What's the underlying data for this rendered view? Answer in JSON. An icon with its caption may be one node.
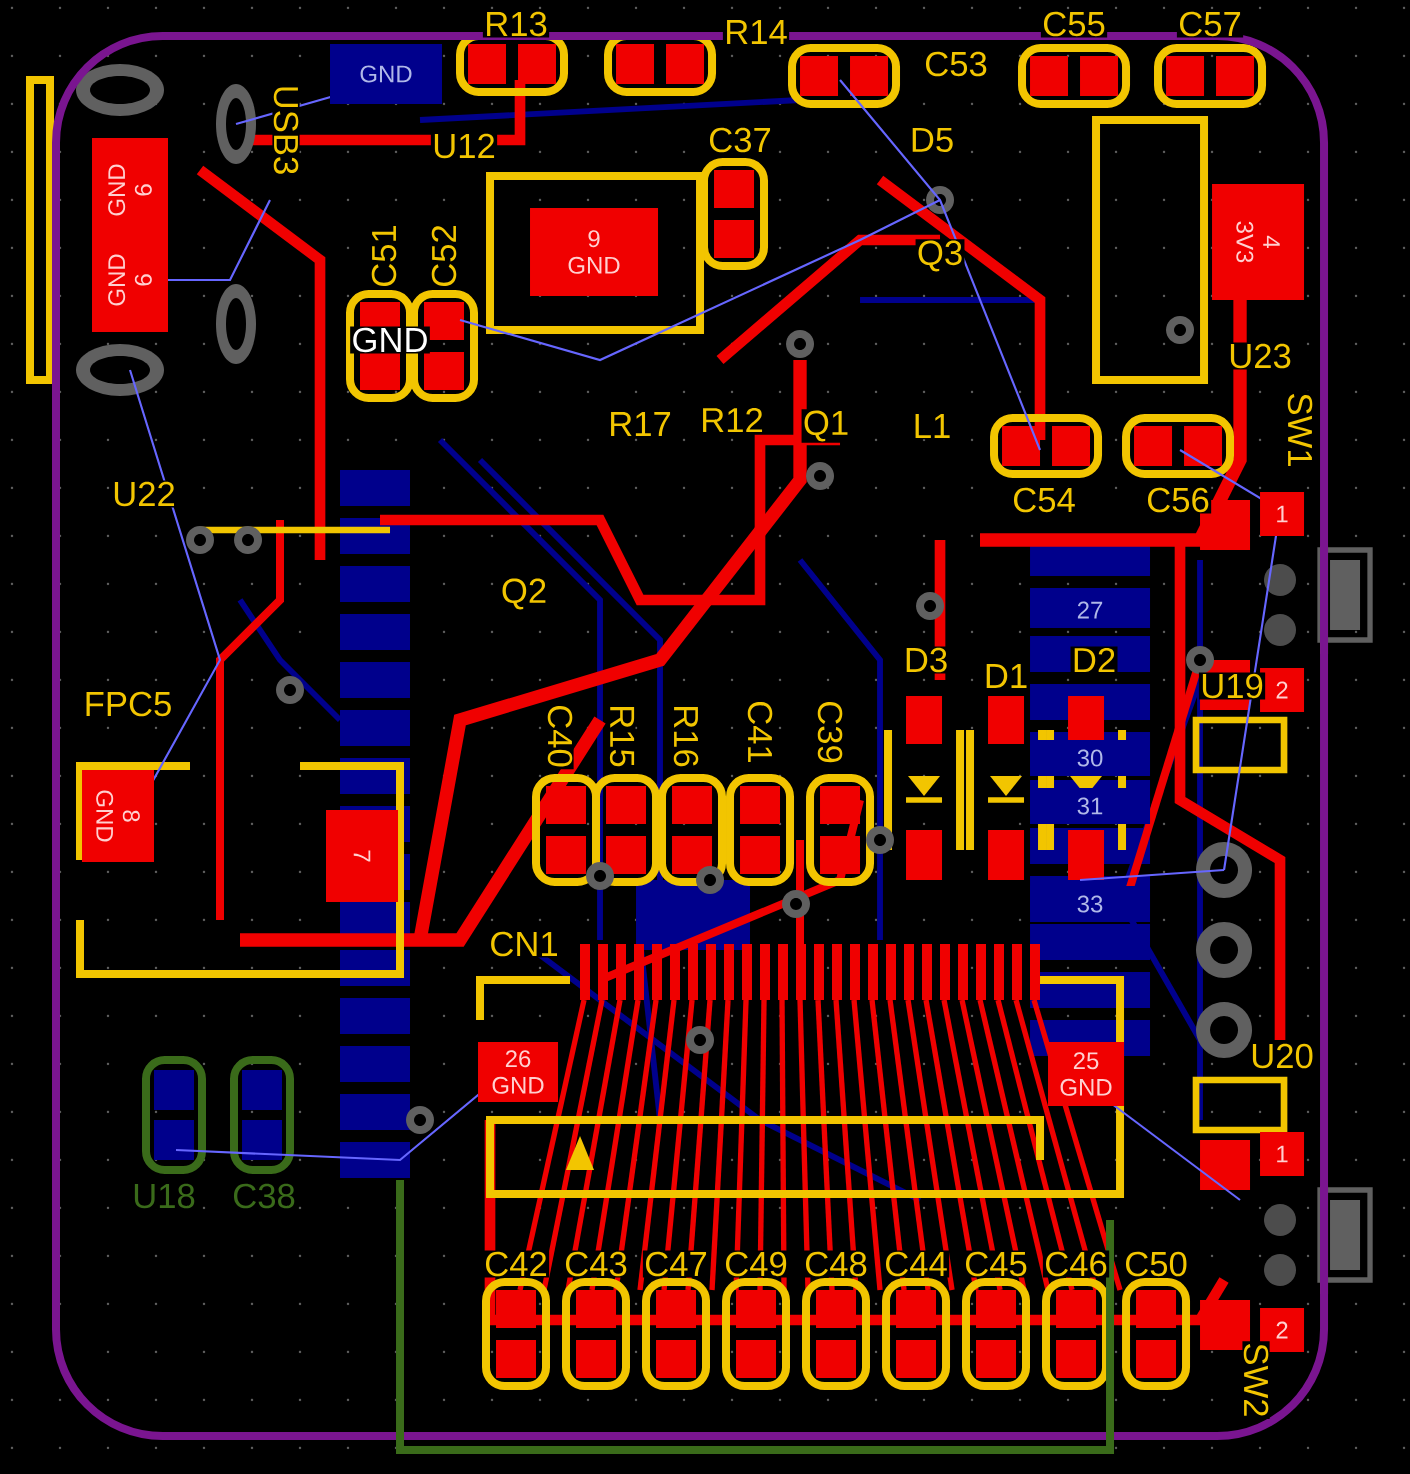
{
  "diagram": {
    "nodes": [
      {
        "text": [
          "GND",
          "6"
        ]
      },
      {
        "text": [
          "GND",
          "6"
        ]
      },
      {
        "text": [
          "GND"
        ]
      },
      {
        "text": [
          "9",
          "GND"
        ]
      },
      {
        "text": [
          "4",
          "3V3"
        ]
      },
      {
        "text": [
          "8",
          "GND"
        ]
      },
      {
        "text": [
          "7"
        ]
      },
      {
        "text": [
          "26",
          "GND"
        ]
      },
      {
        "text": [
          "25",
          "GND"
        ]
      },
      {
        "text": [
          "1"
        ]
      },
      {
        "text": [
          "2"
        ]
      },
      {
        "text": [
          "1"
        ]
      },
      {
        "text": [
          "2"
        ]
      },
      {
        "text": [
          "27"
        ]
      },
      {
        "text": [
          "30"
        ]
      },
      {
        "text": [
          "31"
        ]
      },
      {
        "text": [
          "33"
        ]
      }
    ],
    "labels": [
      "R13",
      "R14",
      "C53",
      "C55",
      "C57",
      "USB3",
      "U12",
      "C37",
      "D5",
      "Q3",
      "C51",
      "C52",
      "GND",
      "U23",
      "R17",
      "R12",
      "Q1",
      "L1",
      "SW1",
      "U22",
      "C54",
      "C56",
      "Q2",
      "D3",
      "D1",
      "D2",
      "FPC5",
      "U19",
      "C40",
      "R15",
      "R16",
      "C41",
      "C39",
      "CN1",
      "U20",
      "U18",
      "C38",
      "C42",
      "C43",
      "C47",
      "C49",
      "C48",
      "C44",
      "C45",
      "C46",
      "C50",
      "SW2"
    ]
  }
}
